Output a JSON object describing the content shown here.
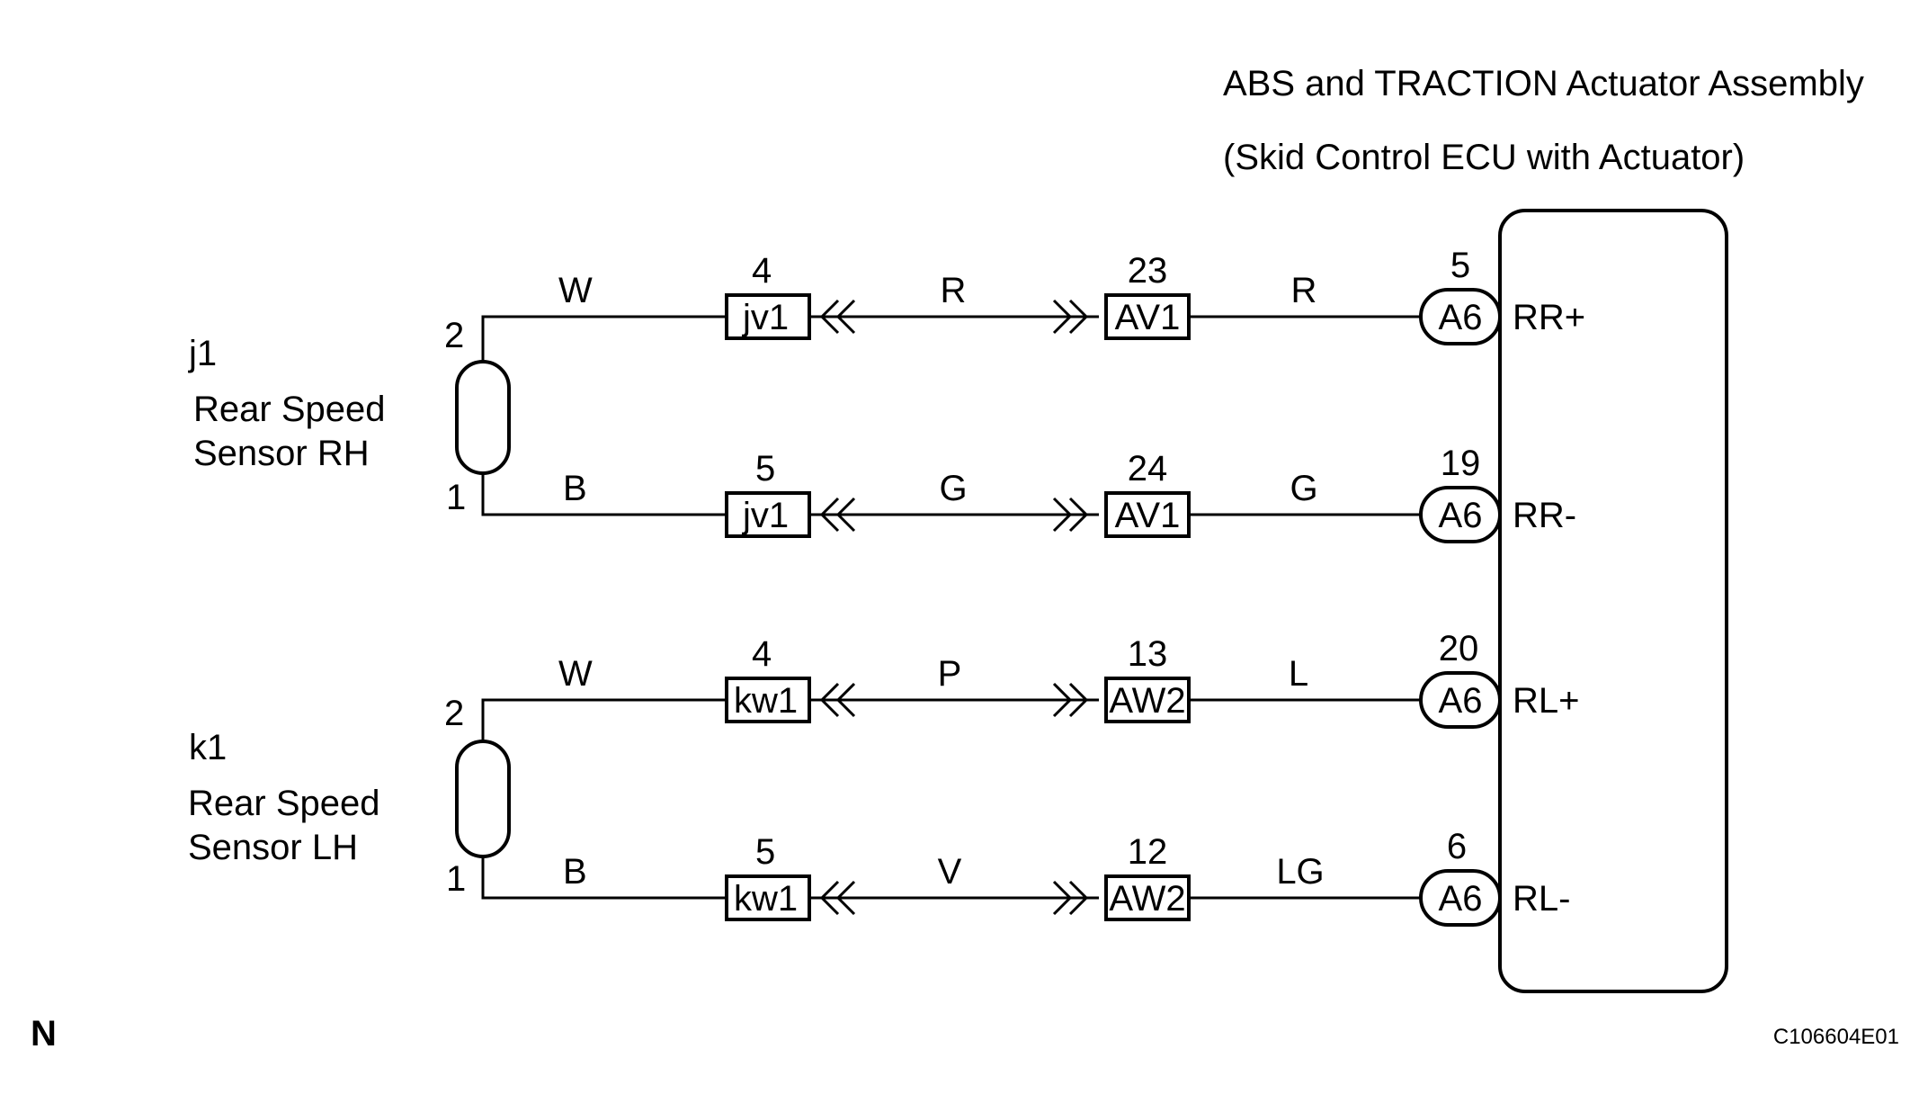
{
  "ecu": {
    "title_line1": "ABS and TRACTION Actuator Assembly",
    "title_line2": "(Skid Control ECU with Actuator)"
  },
  "sensor_rh": {
    "code": "j1",
    "name_line1": "Rear Speed",
    "name_line2": "Sensor RH",
    "pin_top": "2",
    "pin_bottom": "1"
  },
  "sensor_lh": {
    "code": "k1",
    "name_line1": "Rear Speed",
    "name_line2": "Sensor LH",
    "pin_top": "2",
    "pin_bottom": "1"
  },
  "circuits": [
    {
      "sensor_wire": "W",
      "conn1_pin": "4",
      "conn1": "jv1",
      "mid_wire": "R",
      "conn2_pin": "23",
      "conn2": "AV1",
      "ecu_wire": "R",
      "ecu_pin": "5",
      "ecu_conn": "A6",
      "terminal": "RR+"
    },
    {
      "sensor_wire": "B",
      "conn1_pin": "5",
      "conn1": "jv1",
      "mid_wire": "G",
      "conn2_pin": "24",
      "conn2": "AV1",
      "ecu_wire": "G",
      "ecu_pin": "19",
      "ecu_conn": "A6",
      "terminal": "RR-"
    },
    {
      "sensor_wire": "W",
      "conn1_pin": "4",
      "conn1": "kw1",
      "mid_wire": "P",
      "conn2_pin": "13",
      "conn2": "AW2",
      "ecu_wire": "L",
      "ecu_pin": "20",
      "ecu_conn": "A6",
      "terminal": "RL+"
    },
    {
      "sensor_wire": "B",
      "conn1_pin": "5",
      "conn1": "kw1",
      "mid_wire": "V",
      "conn2_pin": "12",
      "conn2": "AW2",
      "ecu_wire": "LG",
      "ecu_pin": "6",
      "ecu_conn": "A6",
      "terminal": "RL-"
    }
  ],
  "footer": {
    "left_mark": "N",
    "figure_code": "C106604E01"
  }
}
